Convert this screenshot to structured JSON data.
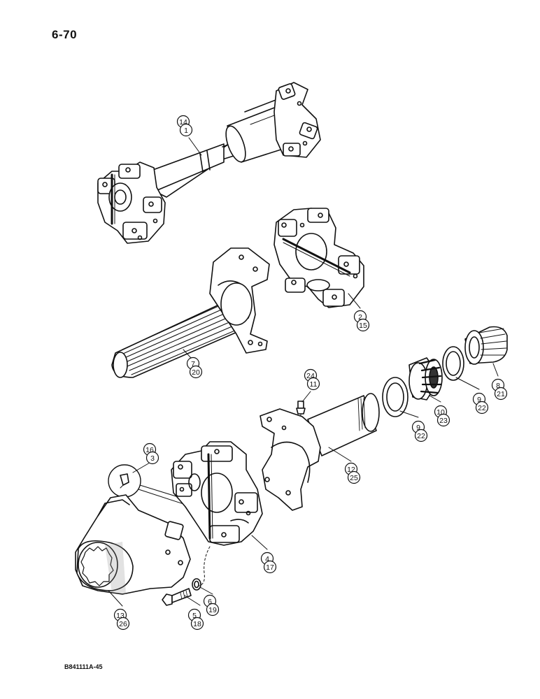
{
  "page_number": "6-70",
  "figure_code": "B841111A-45",
  "colors": {
    "ink": "#111111",
    "paper": "#ffffff",
    "shade": "#9a9a9a"
  },
  "parts": [
    {
      "name": "drive-shaft-assembly",
      "top": "14",
      "bottom": "1"
    },
    {
      "name": "universal-joint-upper",
      "top": "2",
      "bottom": "15"
    },
    {
      "name": "splined-yoke-shaft",
      "top": "7",
      "bottom": "20"
    },
    {
      "name": "nut",
      "top": "8",
      "bottom": "21"
    },
    {
      "name": "washer-outer",
      "top": "9",
      "bottom": "22"
    },
    {
      "name": "bearing",
      "top": "10",
      "bottom": "23"
    },
    {
      "name": "washer-inner",
      "top": "9",
      "bottom": "22"
    },
    {
      "name": "lube-fitting",
      "top": "24",
      "bottom": "11"
    },
    {
      "name": "yoke-tube",
      "top": "12",
      "bottom": "25"
    },
    {
      "name": "lube-fitting-detail",
      "top": "16",
      "bottom": "3"
    },
    {
      "name": "universal-joint-lower",
      "top": "4",
      "bottom": "17"
    },
    {
      "name": "flange-yoke",
      "top": "13",
      "bottom": "26"
    },
    {
      "name": "bolt",
      "top": "5",
      "bottom": "18"
    },
    {
      "name": "lock-washer",
      "top": "6",
      "bottom": "19"
    }
  ]
}
